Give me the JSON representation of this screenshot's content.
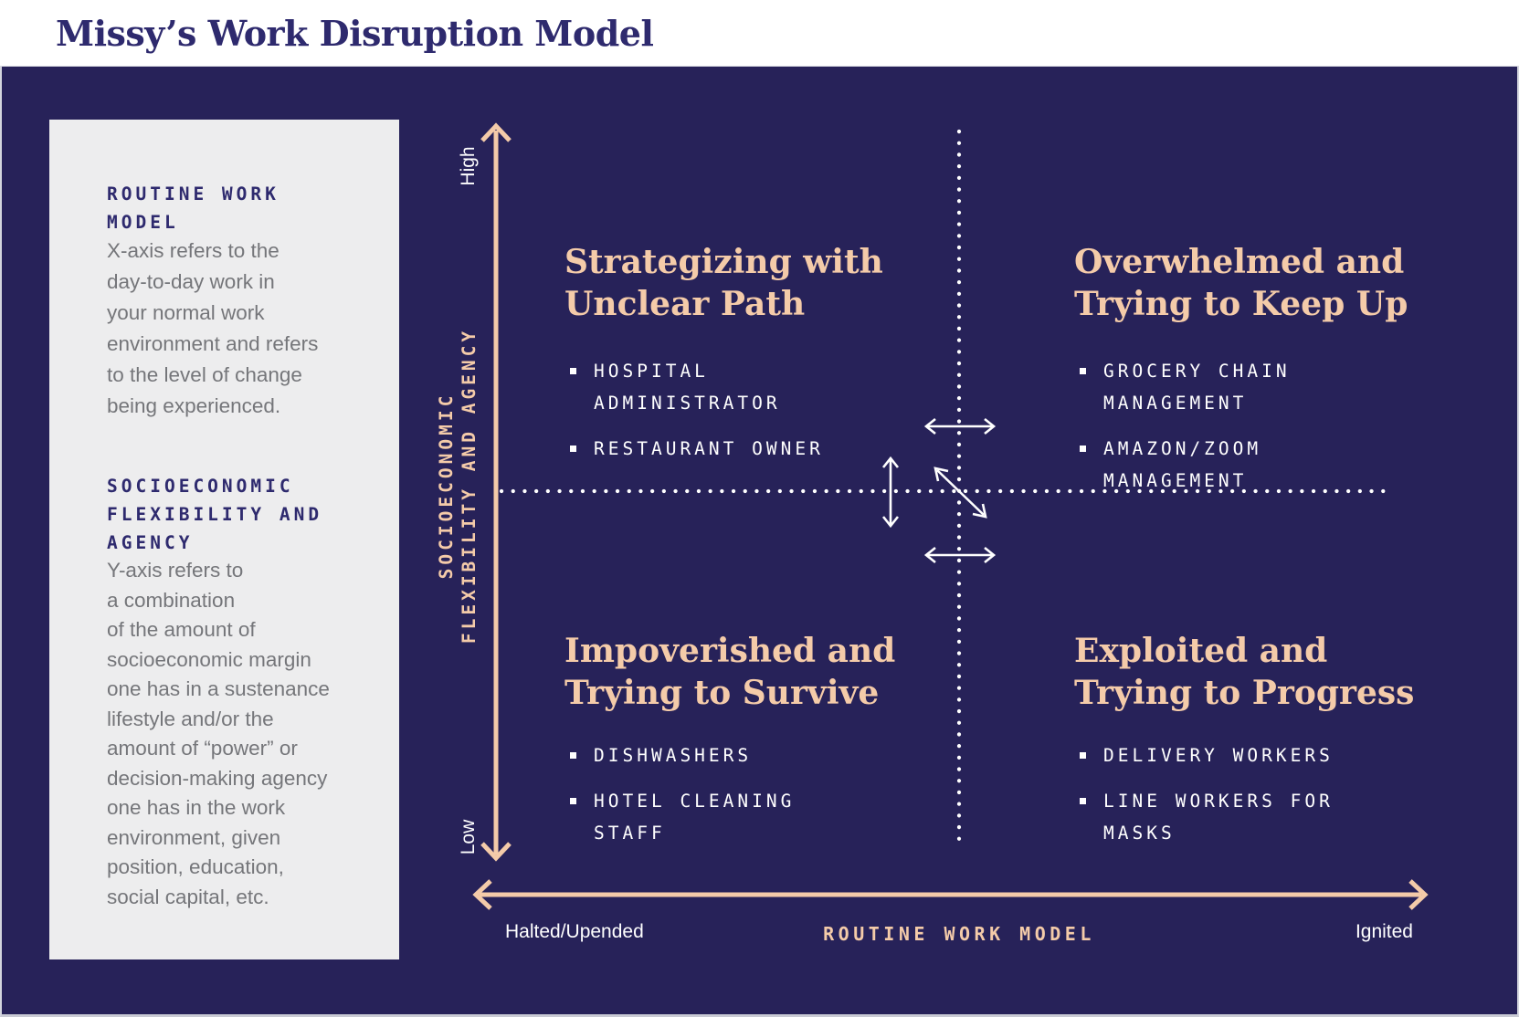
{
  "title": "Missy’s Work Disruption Model",
  "colors": {
    "panel_navy": "#272259",
    "accent_salmon": "#f4cba9",
    "text_white": "#ffffff",
    "sidebar_bg": "#ededee",
    "heading_navy": "#2e2a6e",
    "body_gray": "#75767a"
  },
  "sidebar": {
    "sections": [
      {
        "heading": "ROUTINE WORK\nMODEL",
        "body": "X-axis refers to the\nday-to-day work in\nyour normal work\nenvironment and refers\nto the level of change\nbeing experienced."
      },
      {
        "heading": "SOCIOECONOMIC\nFLEXIBILITY AND\nAGENCY",
        "body": "Y-axis refers to\na combination\nof the amount of\nsocioeconomic margin\none has in a sustenance\nlifestyle and/or the\namount of “power” or\ndecision-making agency\none has in the work\nenvironment, given\nposition, education,\nsocial capital, etc."
      }
    ]
  },
  "axes": {
    "y": {
      "title": "SOCIOECONOMIC\nFLEXIBILITY AND AGENCY",
      "high_label": "High",
      "low_label": "Low"
    },
    "x": {
      "title": "ROUTINE WORK MODEL",
      "left_label": "Halted/Upended",
      "right_label": "Ignited"
    }
  },
  "quadrants": [
    {
      "position": "top-left",
      "title": "Strategizing with Unclear Path",
      "title_lines": [
        "Strategizing with",
        "Unclear Path"
      ],
      "items": [
        "HOSPITAL\nADMINISTRATOR",
        "RESTAURANT OWNER"
      ]
    },
    {
      "position": "top-right",
      "title": "Overwhelmed and Trying to Keep Up",
      "title_lines": [
        "Overwhelmed and",
        "Trying to Keep Up"
      ],
      "items": [
        "GROCERY CHAIN\nMANAGEMENT",
        "AMAZON/ZOOM\nMANAGEMENT"
      ]
    },
    {
      "position": "bottom-left",
      "title": "Impoverished and Trying to Survive",
      "title_lines": [
        "Impoverished and",
        "Trying to Survive"
      ],
      "items": [
        "DISHWASHERS",
        "HOTEL CLEANING\nSTAFF"
      ]
    },
    {
      "position": "bottom-right",
      "title": "Exploited and Trying to Progress",
      "title_lines": [
        "Exploited and",
        "Trying to Progress"
      ],
      "items": [
        "DELIVERY WORKERS",
        "LINE WORKERS FOR\nMASKS"
      ]
    }
  ]
}
